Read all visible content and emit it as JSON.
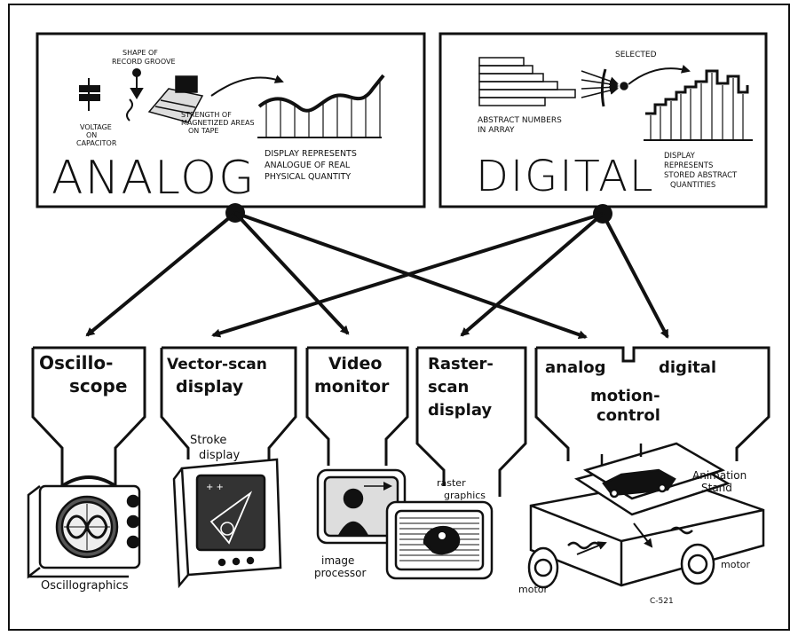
{
  "analog": {
    "title": "ANALOG",
    "voltage": [
      "VOLTAGE",
      "ON",
      "CAPACITOR"
    ],
    "groove": [
      "SHAPE OF",
      "RECORD GROOVE"
    ],
    "tape": [
      "STRENGTH OF",
      "MAGNETIZED AREAS",
      "ON TAPE"
    ],
    "display": [
      "DISPLAY REPRESENTS",
      "ANALOGUE OF REAL",
      "PHYSICAL QUANTITY"
    ]
  },
  "digital": {
    "title": "DIGITAL",
    "numbers": [
      "ABSTRACT NUMBERS",
      "IN ARRAY"
    ],
    "selected": "SELECTED",
    "display": [
      "DISPLAY",
      "REPRESENTS",
      "STORED ABSTRACT",
      "QUANTITIES"
    ]
  },
  "devices": {
    "oscilloscope": [
      "Oscillo-",
      "scope"
    ],
    "vector": [
      "Vector-scan",
      "display"
    ],
    "video": [
      "Video",
      "monitor"
    ],
    "raster": [
      "Raster-",
      "scan",
      "display"
    ],
    "motion": [
      "analog",
      "digital",
      "motion-",
      "control"
    ]
  },
  "captions": {
    "oscillographics": "Oscillographics",
    "stroke": [
      "Stroke",
      "display"
    ],
    "image": [
      "image",
      "processor"
    ],
    "raster_graphics": [
      "raster",
      "graphics"
    ],
    "animation": [
      "Animation",
      "Stand"
    ],
    "motor_left": "motor",
    "motor_right": "motor",
    "code": "C-521"
  }
}
